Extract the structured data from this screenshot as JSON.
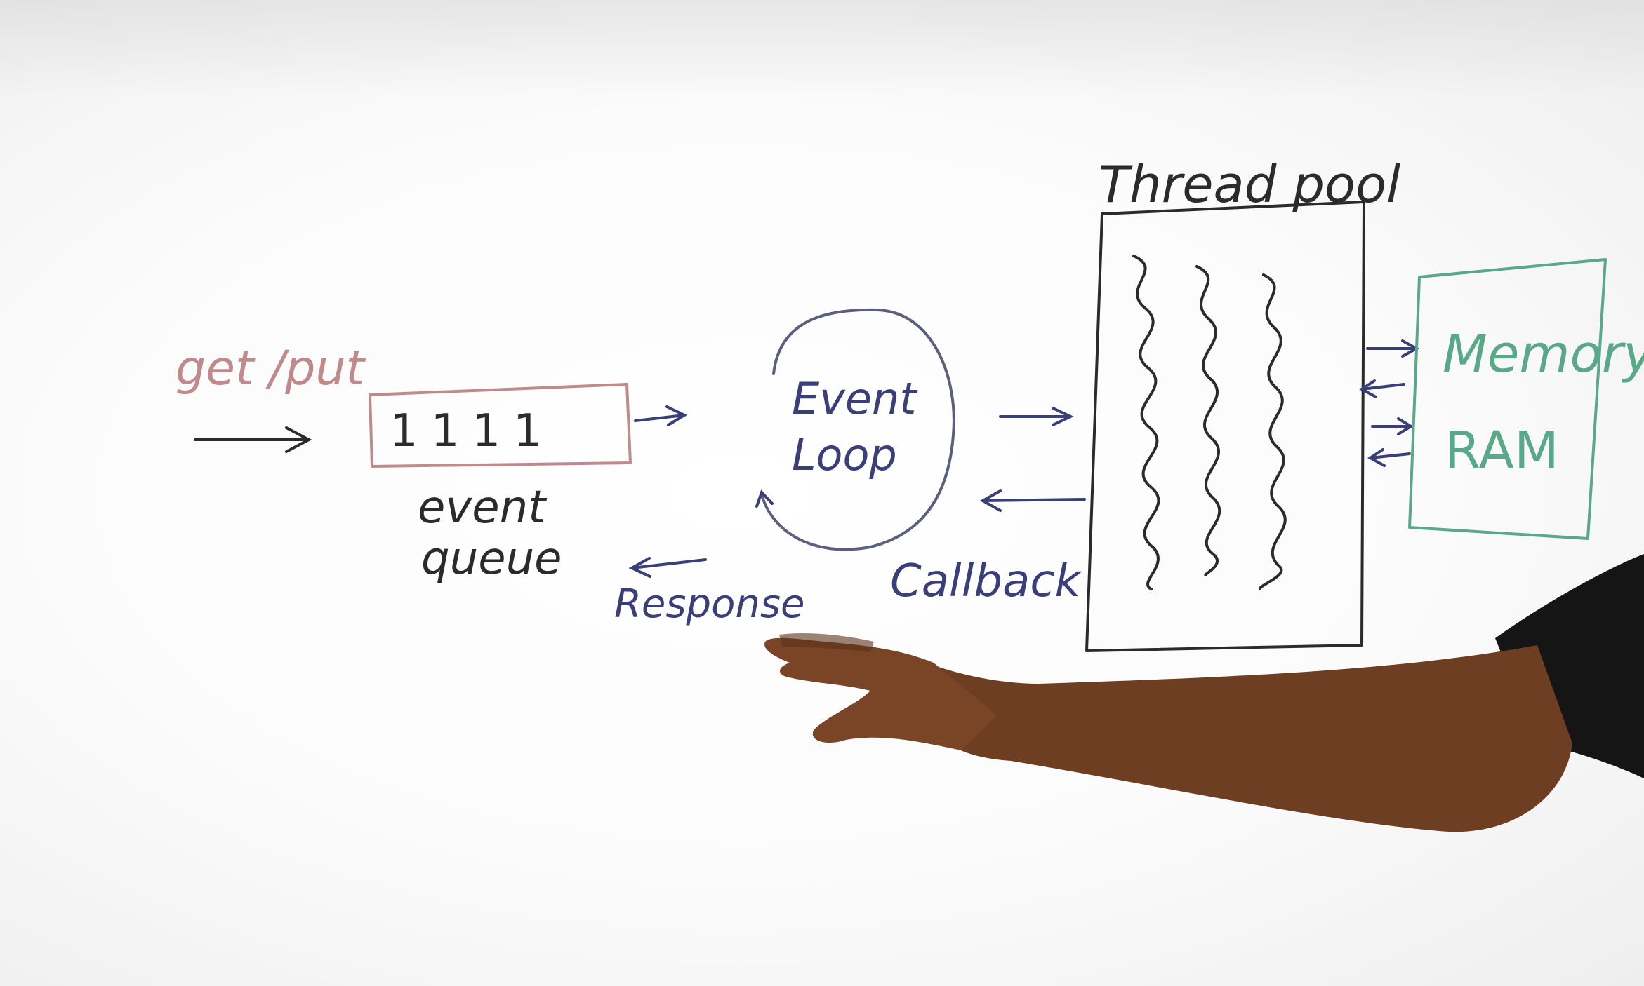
{
  "labels": {
    "get_put": "get /put",
    "queue_items": "1111",
    "event_queue_line1": "event",
    "event_queue_line2": "queue",
    "event_loop_line1": "Event",
    "event_loop_line2": "Loop",
    "response": "Response",
    "callback": "Callback",
    "thread_pool": "Thread pool",
    "memory": "Memory",
    "ram": "RAM"
  },
  "colors": {
    "red_marker": "#c08a8c",
    "navy_marker": "#3a3f7a",
    "black_marker": "#2b2b2b",
    "green_marker": "#5aa88a",
    "skin": "#6e3e22",
    "shirt": "#151515"
  }
}
